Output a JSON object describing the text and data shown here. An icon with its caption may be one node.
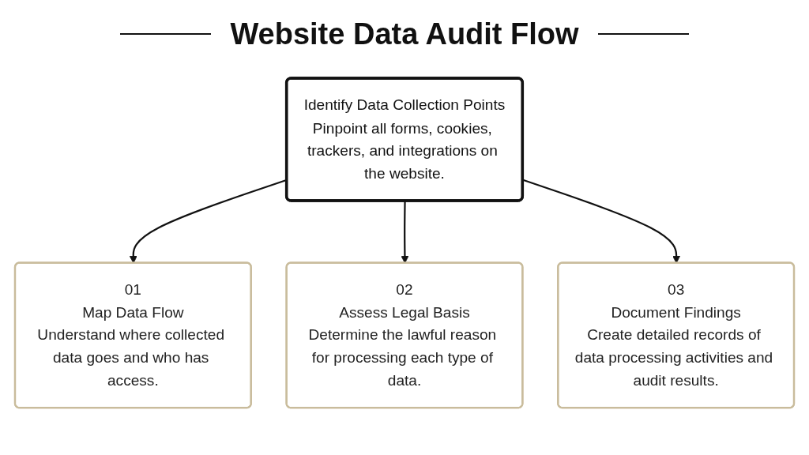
{
  "diagram": {
    "title": "Website Data Audit Flow",
    "nodes": [
      {
        "text": [
          "Identify Data Collection Points",
          "Pinpoint all forms, cookies, trackers, and integrations on the website."
        ]
      },
      {
        "text": [
          "01",
          "Map Data Flow",
          "Understand where collected data goes and who has access."
        ]
      },
      {
        "text": [
          "02",
          "Assess Legal Basis",
          "Determine the lawful reason for processing each type of data."
        ]
      },
      {
        "text": [
          "03",
          "Document Findings",
          "Create detailed records of data processing activities and audit results."
        ]
      }
    ],
    "edges": [
      {
        "from": 0,
        "to": 1,
        "arrow": "to"
      },
      {
        "from": 0,
        "to": 2,
        "arrow": "to"
      },
      {
        "from": 0,
        "to": 3,
        "arrow": "to"
      }
    ]
  }
}
